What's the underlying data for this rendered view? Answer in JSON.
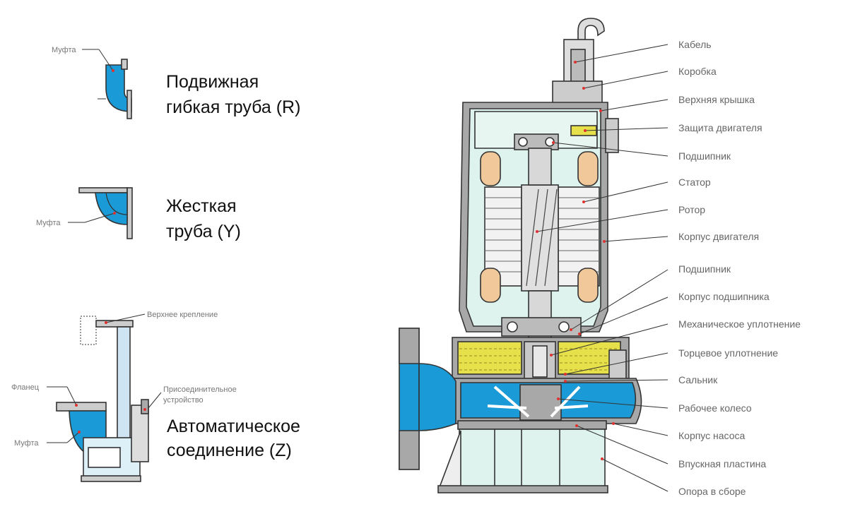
{
  "left": {
    "r_coupling": "Муфта",
    "r_title_1": "Подвижная",
    "r_title_2": "гибкая труба (R)",
    "y_coupling": "Муфта",
    "y_title_1": "Жесткая",
    "y_title_2": "труба (Y)",
    "z_top_mount": "Верхнее крепление",
    "z_flange": "Фланец",
    "z_connector_1": "Присоединительное",
    "z_connector_2": "устройство",
    "z_coupling": "Муфта",
    "z_title_1": "Автоматическое",
    "z_title_2": "соединение (Z)"
  },
  "labels": [
    "Кабель",
    "Коробка",
    "Верхняя крышка",
    "Защита двигателя",
    "Подшипник",
    "Статор",
    "Ротор",
    "Корпус двигателя",
    "Подшипник",
    "Корпус подшипника",
    "Механическое уплотнение",
    "Торцевое уплотнение",
    "Сальник",
    "Рабочее колесо",
    "Корпус насоса",
    "Впускная пластина",
    "Опора в сборе"
  ],
  "colors": {
    "water": "#1a9ad6",
    "body": "#dff3ee",
    "metal": "#a9a9a9",
    "oil": "#e6e04a",
    "rotor": "#f0c89a",
    "pointer": "#e03030"
  }
}
